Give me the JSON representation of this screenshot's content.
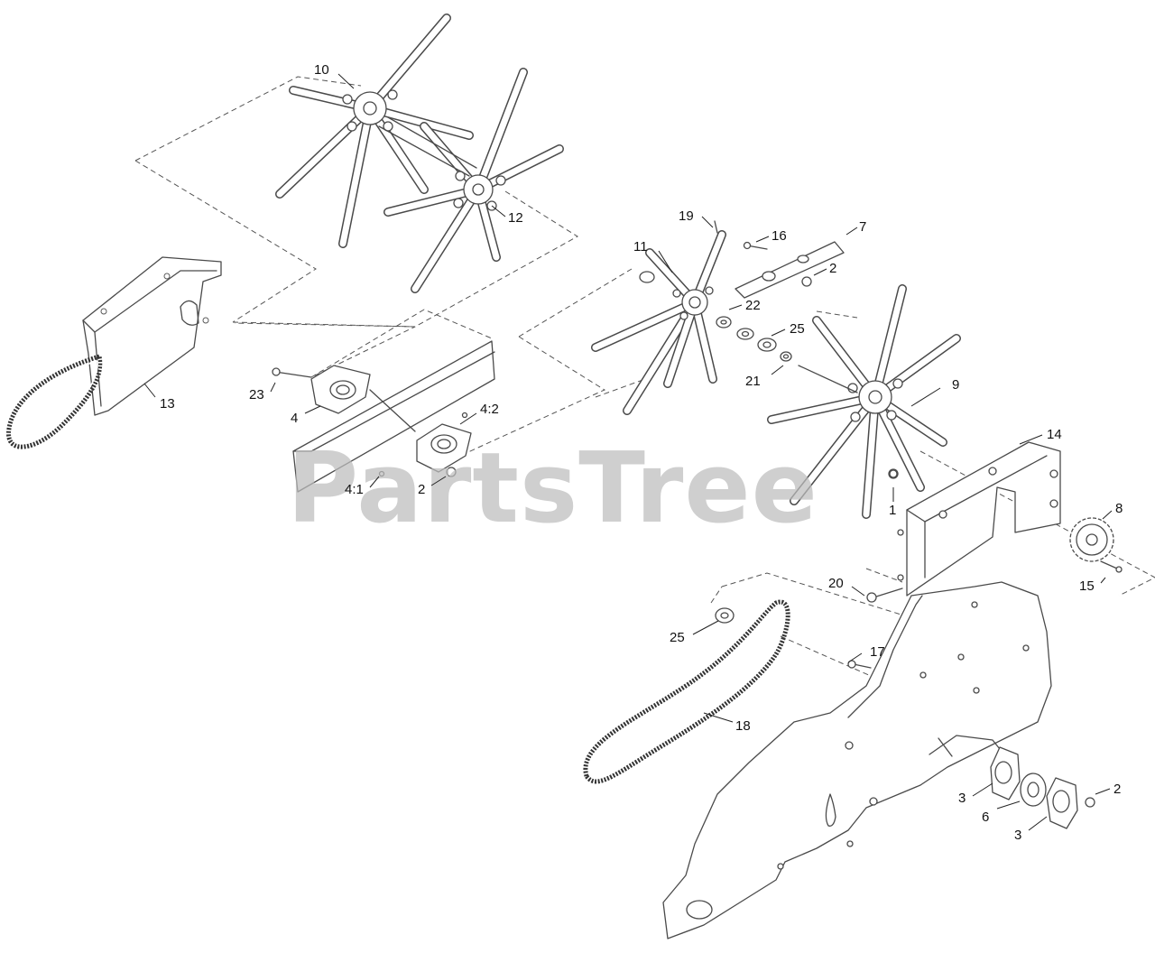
{
  "watermark": "PartsTree",
  "callouts": {
    "c10": "10",
    "c12": "12",
    "c13": "13",
    "c23": "23",
    "c4": "4",
    "c4_2": "4:2",
    "c4_1": "4:1",
    "c2_left": "2",
    "c19": "19",
    "c16": "16",
    "c7": "7",
    "c11": "11",
    "c2_top": "2",
    "c22": "22",
    "c25_top": "25",
    "c21": "21",
    "c9": "9",
    "c14": "14",
    "c8": "8",
    "c1": "1",
    "c20": "20",
    "c15": "15",
    "c25_low": "25",
    "c17": "17",
    "c18": "18",
    "c3_a": "3",
    "c2_right": "2",
    "c6": "6",
    "c3_b": "3"
  }
}
